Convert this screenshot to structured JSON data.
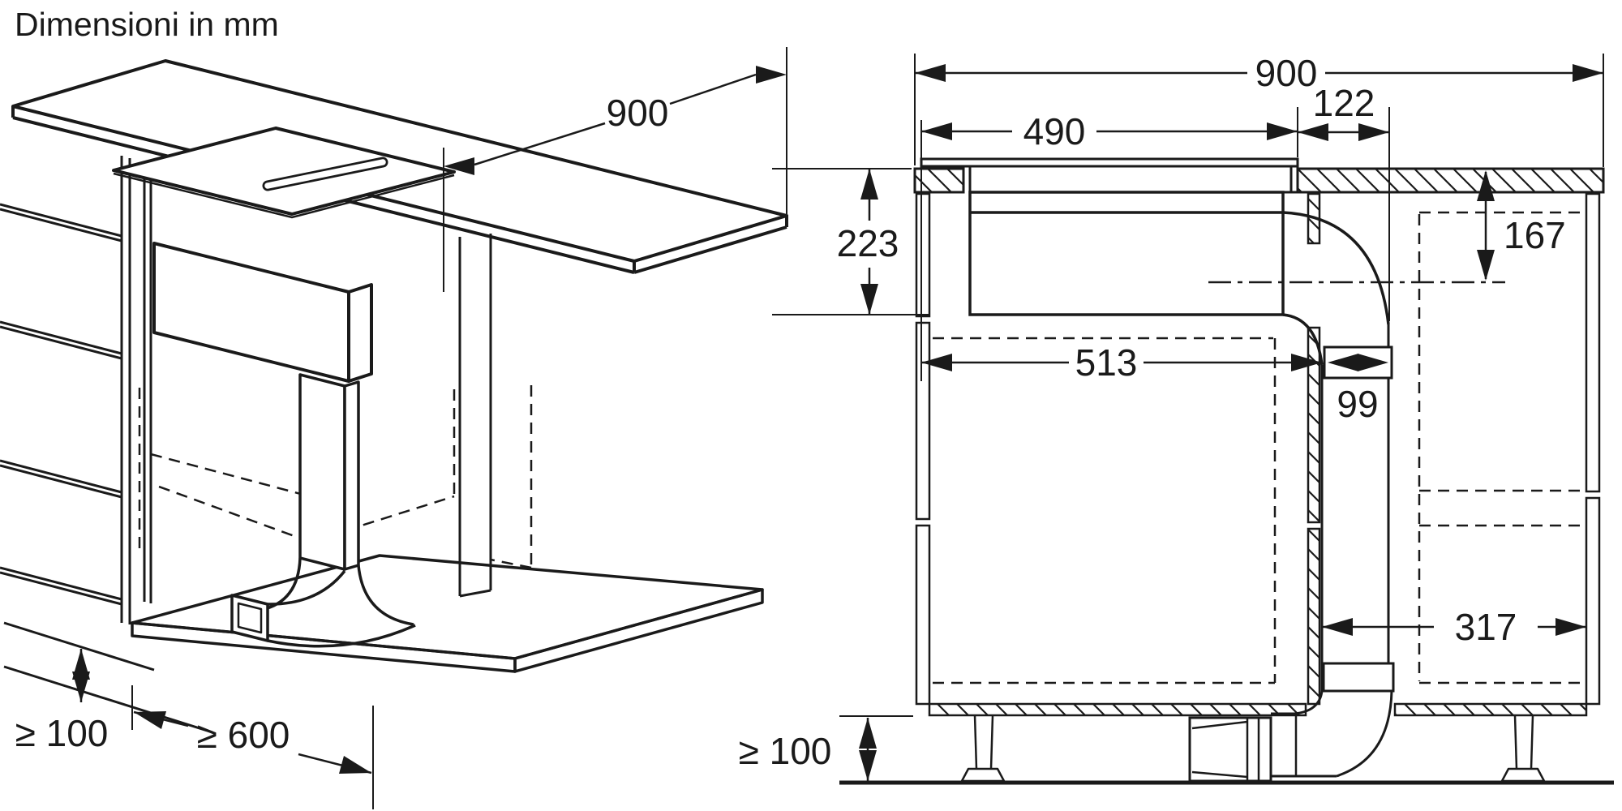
{
  "title": "Dimensioni in mm",
  "colors": {
    "line": "#1a1a1a",
    "panel_gray": "#d8d8d8",
    "background": "#ffffff"
  },
  "iso_view": {
    "dim_depth": "900",
    "dim_plinth_clearance": "≥ 100",
    "dim_front_clearance": "≥ 600"
  },
  "section_view": {
    "dim_total_width": "900",
    "dim_glass_width": "490",
    "dim_right_offset": "122",
    "dim_hob_height": "223",
    "dim_outlet_center": "167",
    "dim_left_section": "513",
    "dim_duct_width": "99",
    "dim_right_section": "317",
    "dim_plinth_clearance": "≥ 100"
  }
}
